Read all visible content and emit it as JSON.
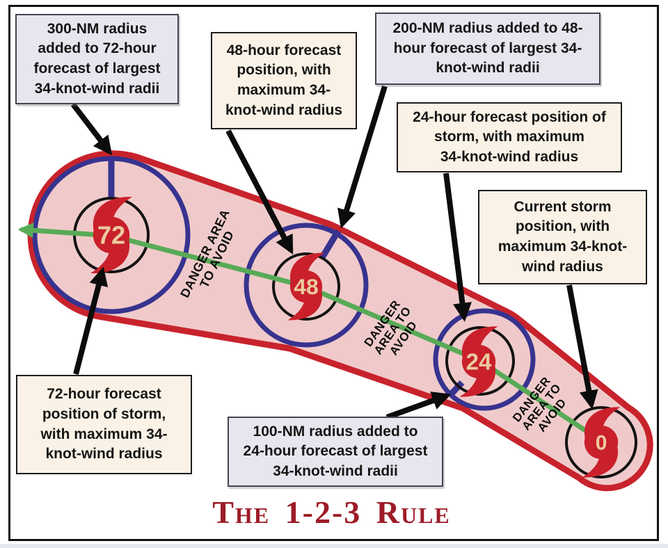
{
  "title": "The 1-2-3 Rule",
  "callouts": [
    {
      "name": "callout-300nm",
      "variant": "lavender",
      "text": "300-NM radius\nadded to 72-hour\nforecast of largest\n34-knot-wind radii"
    },
    {
      "name": "callout-48hr",
      "variant": "cream",
      "text": "48-hour forecast\nposition, with\nmaximum 34-\nknot-wind radius"
    },
    {
      "name": "callout-200nm",
      "variant": "lavender",
      "text": "200-NM radius added to 48-\nhour forecast of largest 34-\nknot-wind radii"
    },
    {
      "name": "callout-24hr",
      "variant": "cream",
      "text": "24-hour forecast position of\nstorm, with maximum\n34-knot-wind radius"
    },
    {
      "name": "callout-current",
      "variant": "cream",
      "text": "Current storm\nposition, with\nmaximum 34-knot-\nwind radius"
    },
    {
      "name": "callout-72hr",
      "variant": "cream",
      "text": "72-hour forecast\nposition of storm,\nwith maximum 34-\nknot-wind radius"
    },
    {
      "name": "callout-100nm",
      "variant": "lavender",
      "text": "100-NM radius added to\n24-hour forecast of largest\n34-knot-wind radii"
    }
  ],
  "danger_labels": [
    {
      "text": "DANGER AREA\nTO AVOID"
    },
    {
      "text": "DANGER\nAREA TO\nAVOID"
    },
    {
      "text": "DANGER\nAREA TO\nAVOID"
    }
  ],
  "storms": [
    {
      "label": "72"
    },
    {
      "label": "48"
    },
    {
      "label": "24"
    },
    {
      "label": "0"
    }
  ],
  "colors": {
    "danger_fill": "#f0caca",
    "danger_outline": "#c8232c",
    "wind_circle_blue": "#37338f",
    "forecast_circle_black": "#131313",
    "track_green": "#58ab57",
    "title_red": "#9d1c27",
    "callout_lavender": "#e7e6ee",
    "callout_cream": "#faf2e6",
    "hurricane_red": "#c9202b",
    "storm_number_tan": "#ecca9e"
  }
}
